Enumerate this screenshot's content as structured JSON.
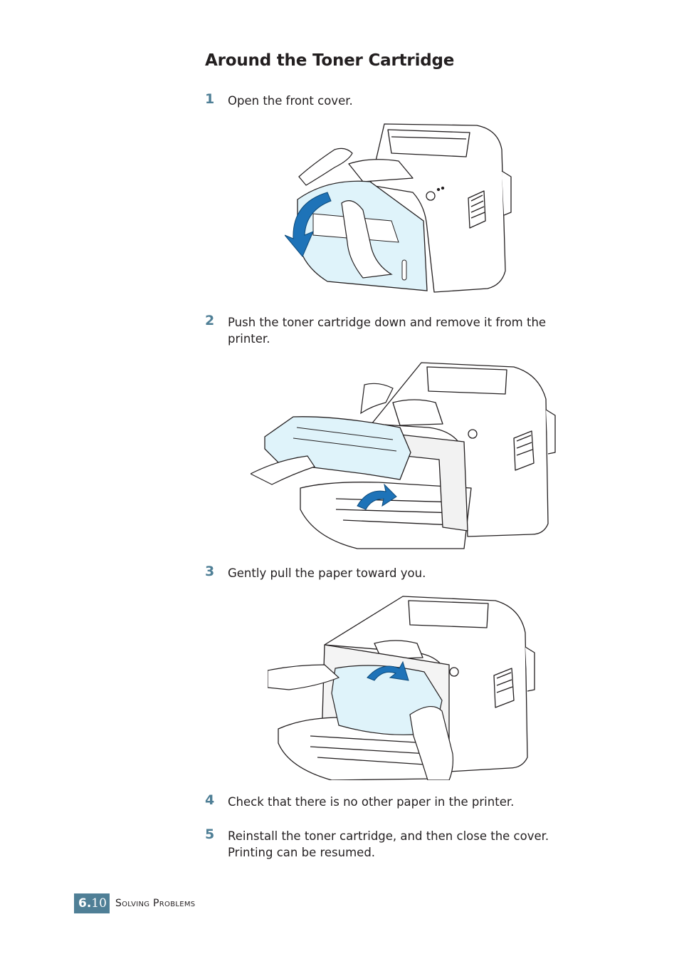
{
  "page": {
    "title": "Around the Toner Cartridge",
    "steps": [
      {
        "num": "1",
        "text": "Open the front cover."
      },
      {
        "num": "2",
        "text": "Push the toner cartridge down and remove it from the printer."
      },
      {
        "num": "3",
        "text": "Gently pull the paper toward you."
      },
      {
        "num": "4",
        "text": "Check that there is no other paper in the printer."
      },
      {
        "num": "5",
        "text": "Reinstall the toner cartridge, and then close the cover. Printing can be resumed."
      }
    ]
  },
  "footer": {
    "chapter": "6.",
    "page": "10",
    "section": "Solving Problems"
  },
  "colors": {
    "accent": "#4f7f96",
    "highlight": "#dff3fa",
    "arrow": "#1e73b8"
  }
}
